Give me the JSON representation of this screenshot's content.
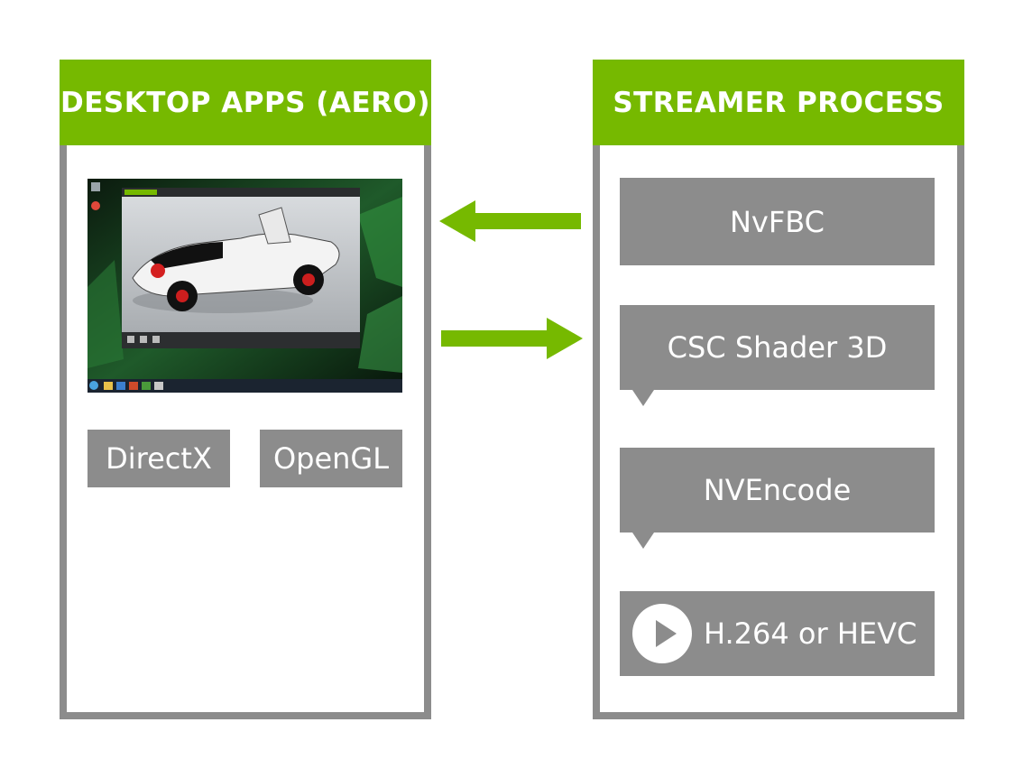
{
  "left_panel": {
    "title": "DESKTOP APPS (AERO)",
    "apis": [
      "DirectX",
      "OpenGL"
    ]
  },
  "right_panel": {
    "title": "STREAMER PROCESS",
    "steps": [
      "NvFBC",
      "CSC Shader 3D",
      "NVEncode",
      "H.264 or HEVC"
    ]
  },
  "colors": {
    "accent_green": "#76b900",
    "box_gray": "#8c8c8c",
    "border_gray": "#8c8c8c"
  },
  "icons": [
    "play-icon",
    "arrow-left-icon",
    "arrow-right-icon"
  ]
}
